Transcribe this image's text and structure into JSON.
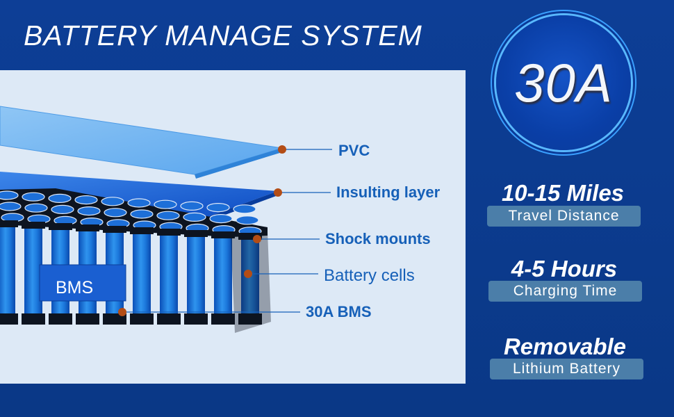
{
  "title": "BATTERY MANAGE SYSTEM",
  "badge": {
    "text": "30A"
  },
  "diagram": {
    "bms_label": "BMS",
    "callouts": [
      {
        "label": "PVC"
      },
      {
        "label": "Insulting layer"
      },
      {
        "label": "Shock mounts"
      },
      {
        "label": "Battery cells"
      },
      {
        "label": "30A BMS"
      }
    ]
  },
  "features": [
    {
      "title": "10-15 Miles",
      "subtitle": "Travel Distance"
    },
    {
      "title": "4-5 Hours",
      "subtitle": "Charging Time"
    },
    {
      "title": "Removable",
      "subtitle": "Lithium Battery"
    }
  ],
  "colors": {
    "background": "#0b3a8f",
    "panel": "#dde9f6",
    "callout_text": "#1660b8",
    "callout_dot": "#b34d16",
    "pill": "#4b7ea9"
  }
}
